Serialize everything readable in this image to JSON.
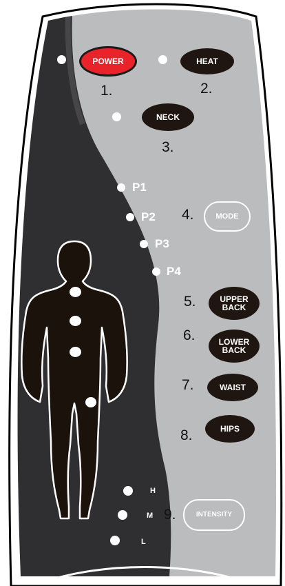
{
  "colors": {
    "panel_light": "#bbbcbe",
    "panel_dark": "#2f2f31",
    "button_dark": "#201611",
    "power_red": "#e8242a",
    "figure_fill": "#1c120c",
    "indicator": "#ffffff"
  },
  "buttons": {
    "power": "POWER",
    "heat": "HEAT",
    "neck": "NECK",
    "mode": "MODE",
    "upper_back": "UPPER BACK",
    "lower_back": "LOWER BACK",
    "waist": "WAIST",
    "hips": "HIPS",
    "intensity": "INTENSITY"
  },
  "numbers": {
    "power": "1.",
    "heat": "2.",
    "neck": "3.",
    "mode": "4.",
    "upper_back": "5.",
    "lower_back": "6.",
    "waist": "7.",
    "hips": "8.",
    "intensity": "9."
  },
  "programs": [
    "P1",
    "P2",
    "P3",
    "P4"
  ],
  "intensity_levels": [
    "H",
    "M",
    "L"
  ]
}
